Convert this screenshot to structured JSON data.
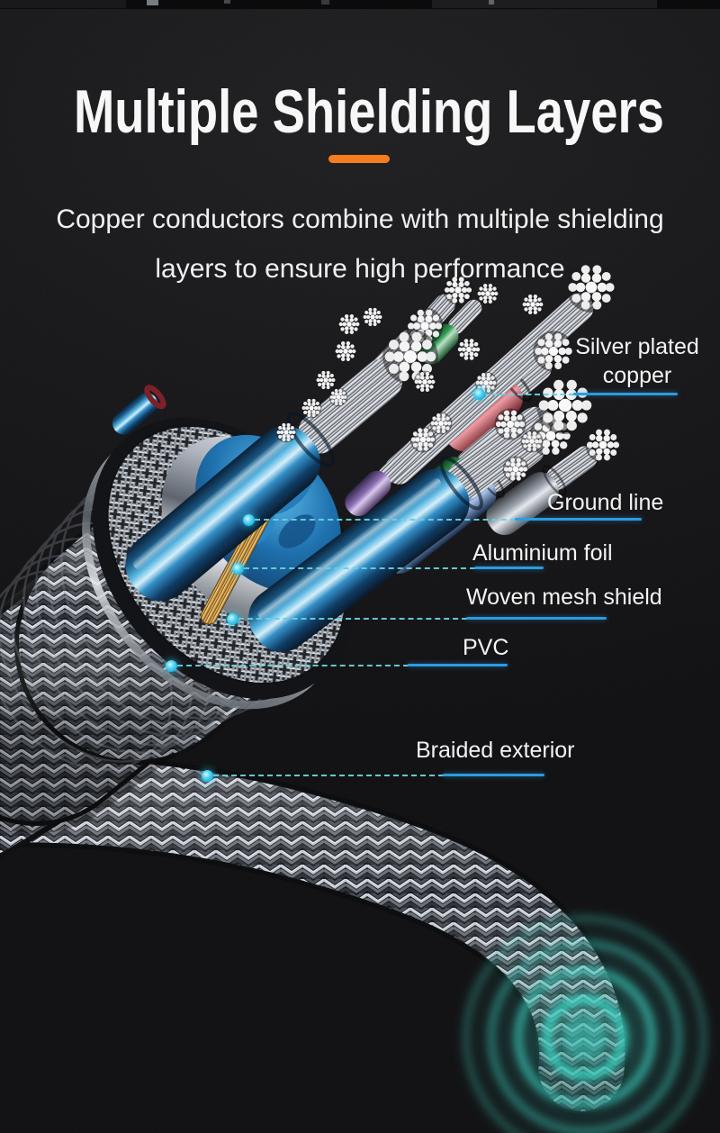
{
  "header": {
    "title": "Multiple Shielding Layers",
    "subtitle_line1": "Copper conductors combine with multiple shielding",
    "subtitle_line2": "layers to ensure high performance"
  },
  "callouts": [
    {
      "id": "silver-plated-copper",
      "lines": [
        "Silver plated",
        "copper"
      ]
    },
    {
      "id": "ground-line",
      "text": "Ground line"
    },
    {
      "id": "aluminium-foil",
      "text": "Aluminium foil"
    },
    {
      "id": "woven-mesh-shield",
      "text": "Woven mesh shield"
    },
    {
      "id": "pvc",
      "text": "PVC"
    },
    {
      "id": "braided-exterior",
      "text": "Braided exterior"
    }
  ],
  "accents": {
    "title_underline": "#f57d1d",
    "callout_dot": "#3cc7ef",
    "callout_dash": "#66d2de",
    "callout_underline": "#2b9be0",
    "glow_ring": "#35cdbd",
    "text": "#f3f3f3"
  }
}
